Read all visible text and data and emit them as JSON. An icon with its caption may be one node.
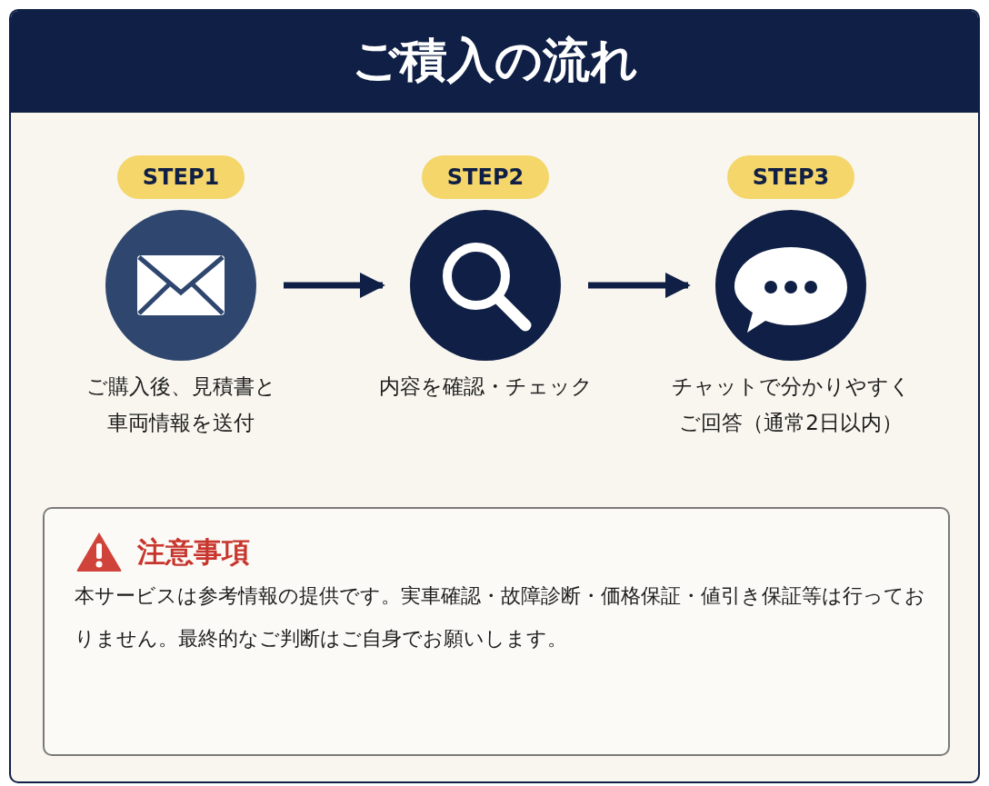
{
  "diagram": {
    "title": "ご積入の流れ",
    "nodes": [
      {
        "text": [],
        "shape": "circle",
        "beside": [
          "STEP1",
          "ご購入後、見積書と車両情報を送付"
        ]
      },
      {
        "text": [],
        "shape": "circle",
        "beside": [
          "STEP2",
          "内容を確認・チェック"
        ]
      },
      {
        "text": [],
        "shape": "circle",
        "beside": [
          "STEP3",
          "チャットで分かりやすくご回答（通常2日以内）"
        ]
      },
      {
        "text": [
          "注意事項",
          "本サービスは参考情報の提供です。実車確認・故障診断・価格保証・値引き保証等は行っておりません。最終的なご判断はご自身でお願いします。"
        ]
      }
    ],
    "edges": [
      {
        "from": 0,
        "to": 1,
        "arrow": "to"
      },
      {
        "from": 1,
        "to": 2,
        "arrow": "to"
      }
    ]
  }
}
